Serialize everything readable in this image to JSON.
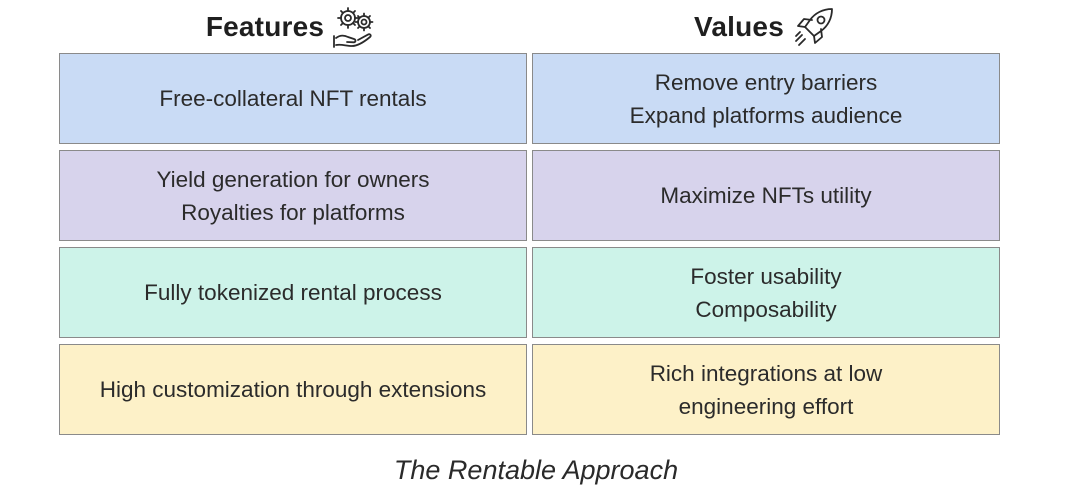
{
  "headers": {
    "features": "Features",
    "values": "Values",
    "features_icon": "gears-in-hand-icon",
    "values_icon": "rocket-icon"
  },
  "rows": [
    {
      "color": "#c9dbf5",
      "feature": [
        "Free-collateral NFT rentals"
      ],
      "value": [
        "Remove entry barriers",
        "Expand platforms audience"
      ]
    },
    {
      "color": "#d7d3ec",
      "feature": [
        "Yield generation for owners",
        "Royalties for platforms"
      ],
      "value": [
        "Maximize NFTs utility"
      ]
    },
    {
      "color": "#cdf3e9",
      "feature": [
        "Fully tokenized rental process"
      ],
      "value": [
        "Foster usability",
        "Composability"
      ]
    },
    {
      "color": "#fdf1c8",
      "feature": [
        "High customization through extensions"
      ],
      "value": [
        "Rich integrations at low",
        "engineering effort"
      ]
    }
  ],
  "caption": "The Rentable Approach"
}
